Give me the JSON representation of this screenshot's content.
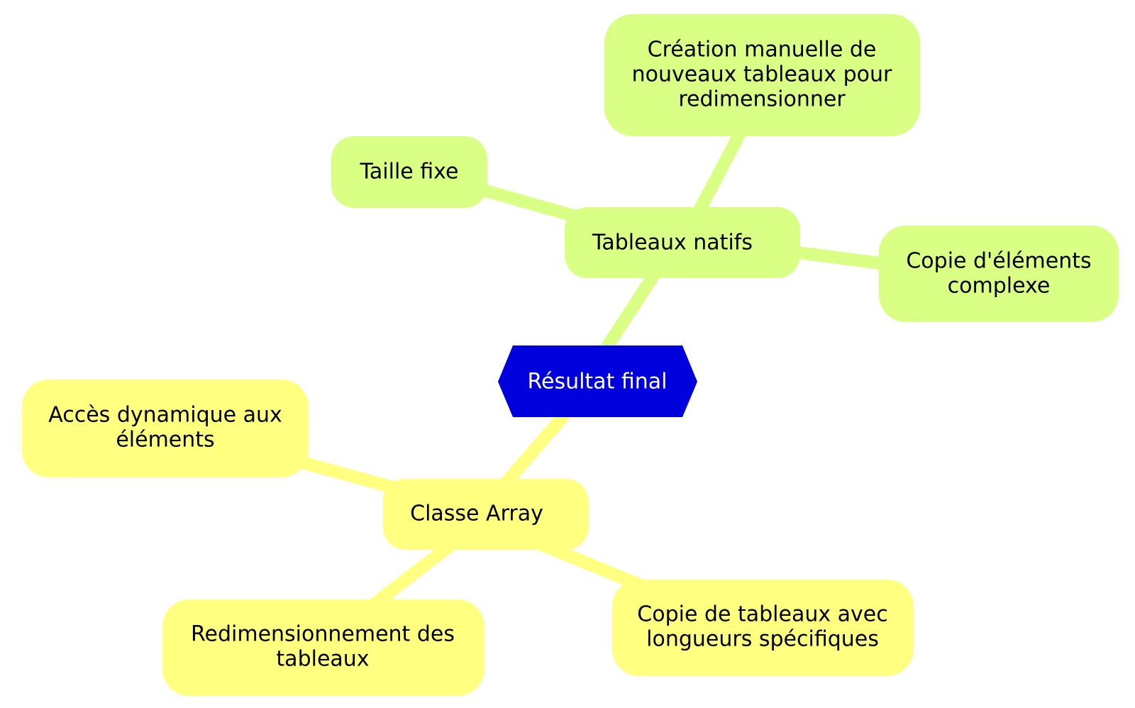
{
  "diagram": {
    "root": {
      "label": "Résultat final",
      "fill": "#0000dd",
      "text_color": "#ffffff"
    },
    "branches": [
      {
        "id": "tableaux-natifs",
        "label": "Tableaux natifs",
        "fill": "#d9ff85",
        "edge_color": "#d9ff85",
        "children": [
          {
            "id": "taille-fixe",
            "lines": [
              "Taille fixe"
            ]
          },
          {
            "id": "creation-manuelle",
            "lines": [
              "Création manuelle de",
              "nouveaux tableaux pour",
              "redimensionner"
            ]
          },
          {
            "id": "copie-complexe",
            "lines": [
              "Copie d'éléments",
              "complexe"
            ]
          }
        ]
      },
      {
        "id": "classe-array",
        "label": "Classe Array",
        "fill": "#ffff80",
        "edge_color": "#ffff80",
        "children": [
          {
            "id": "acces-dynamique",
            "lines": [
              "Accès dynamique aux",
              "éléments"
            ]
          },
          {
            "id": "redimensionnement",
            "lines": [
              "Redimensionnement des",
              "tableaux"
            ]
          },
          {
            "id": "copie-longueurs",
            "lines": [
              "Copie de tableaux avec",
              "longueurs spécifiques"
            ]
          }
        ]
      }
    ],
    "text_color": "#000000"
  }
}
